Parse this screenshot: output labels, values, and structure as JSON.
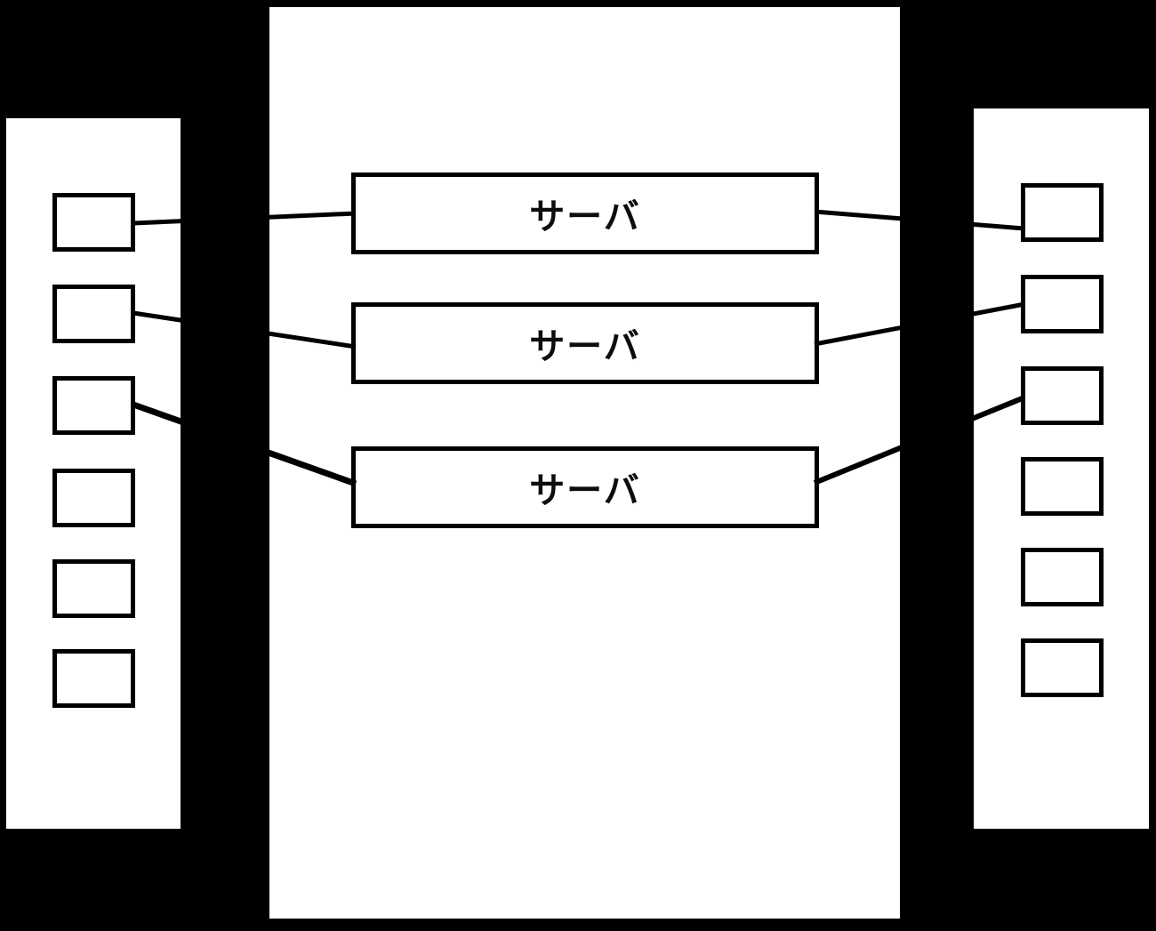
{
  "diagram": {
    "colors": {
      "background": "#000000",
      "panel": "#ffffff",
      "node_fill": "#ffffff",
      "border": "#000000",
      "line": "#000000"
    },
    "left_panel": {
      "node_count": 6
    },
    "right_panel": {
      "node_count": 6
    },
    "servers": [
      {
        "label": "サーバ"
      },
      {
        "label": "サーバ"
      },
      {
        "label": "サーバ"
      }
    ],
    "connections": [
      {
        "from": "left-node-1",
        "to": "server-1"
      },
      {
        "from": "left-node-2",
        "to": "server-2"
      },
      {
        "from": "left-node-3",
        "to": "server-3"
      },
      {
        "from": "server-1",
        "to": "right-node-1"
      },
      {
        "from": "server-2",
        "to": "right-node-2"
      },
      {
        "from": "server-3",
        "to": "right-node-3"
      }
    ]
  }
}
